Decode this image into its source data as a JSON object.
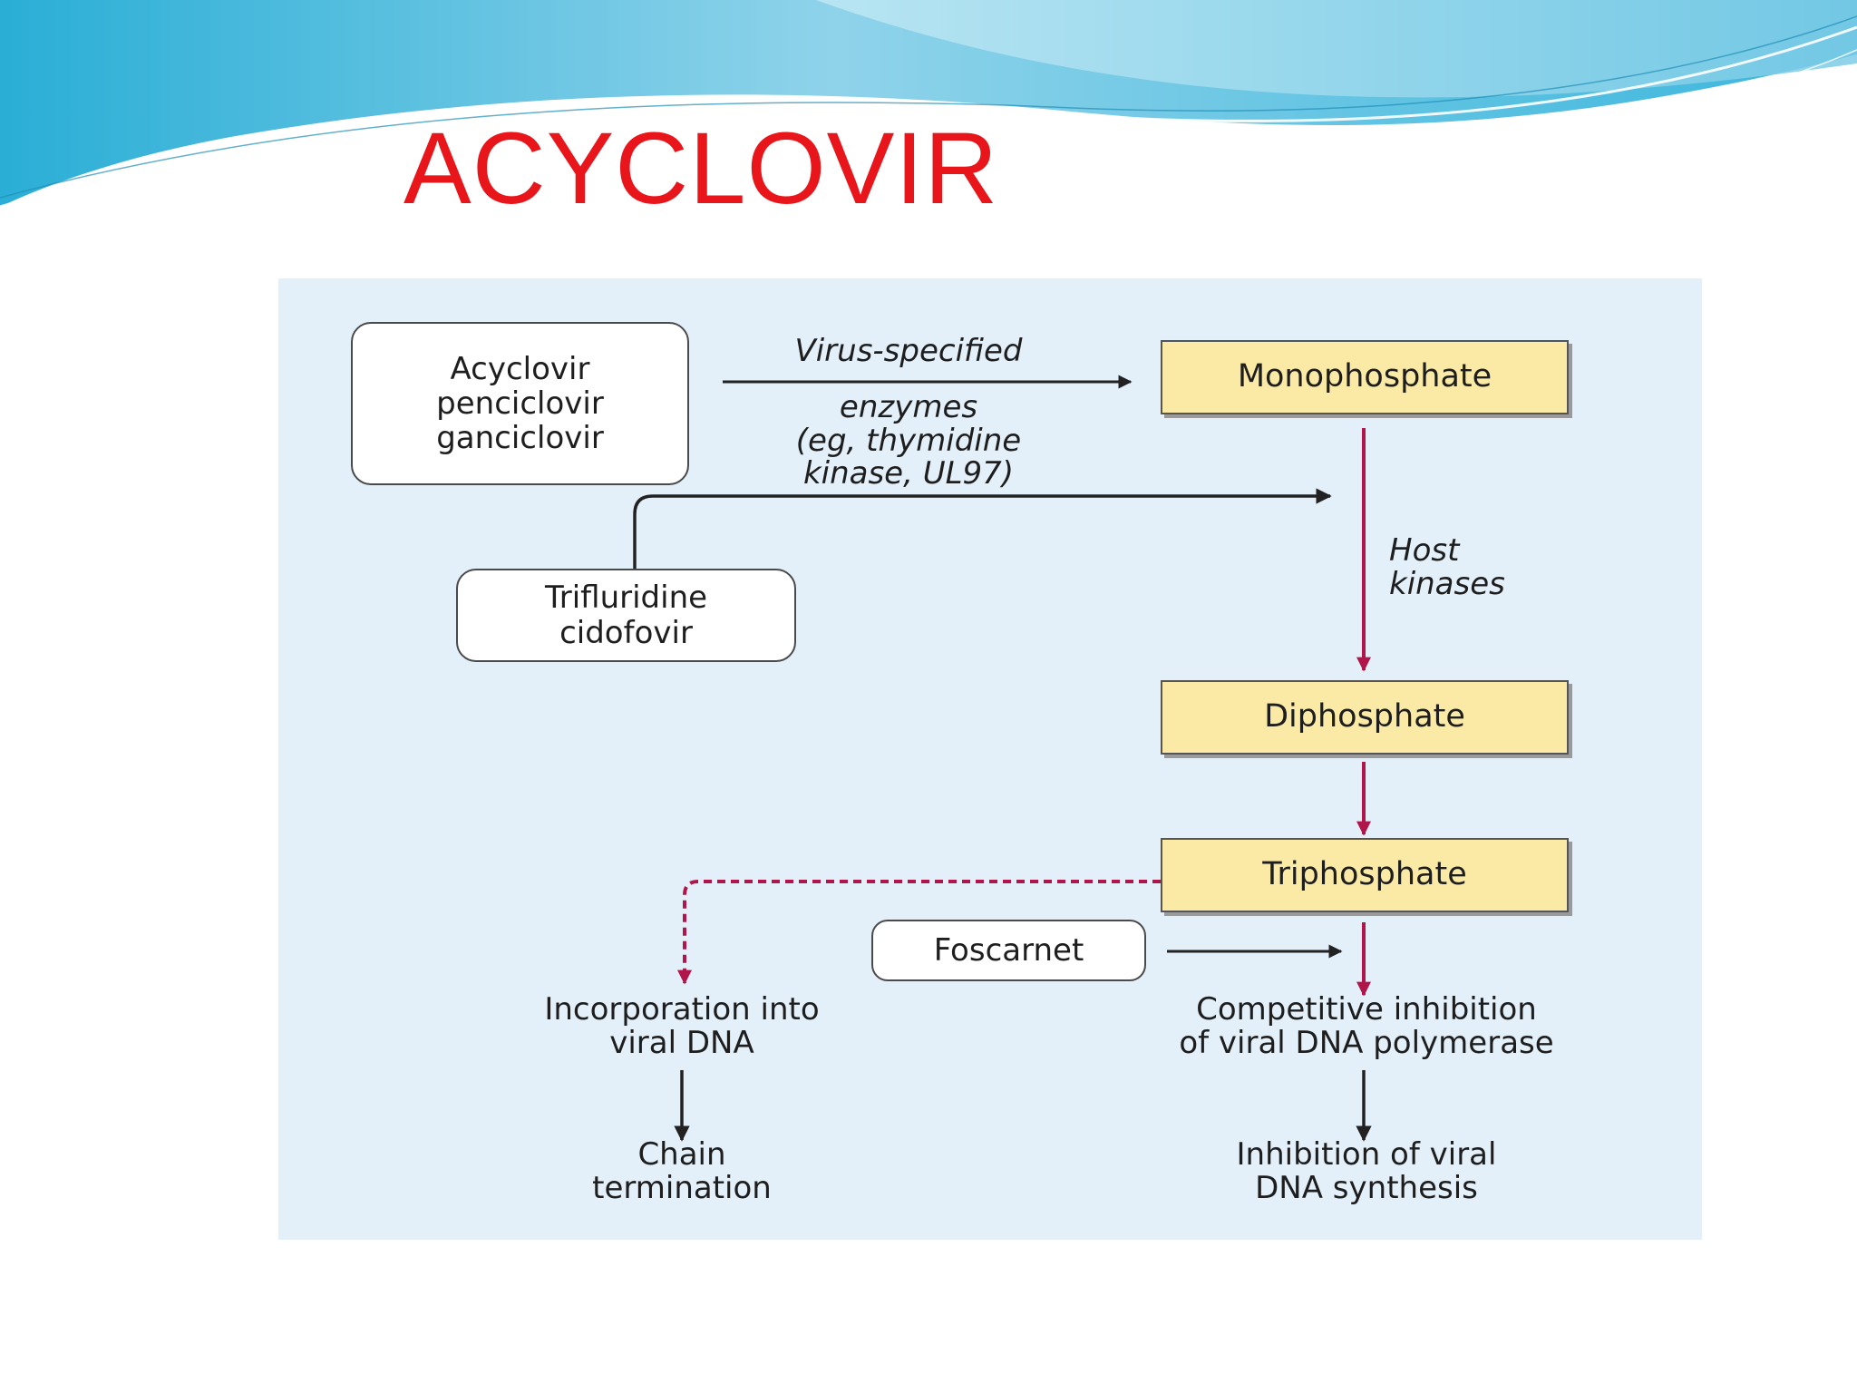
{
  "slide": {
    "title": "ACYCLOVIR"
  },
  "diagram": {
    "drugs_box": {
      "line1": "Acyclovir",
      "line2": "penciclovir",
      "line3": "ganciclovir"
    },
    "enzyme_label": {
      "line1": "Virus-specified",
      "line2": "enzymes",
      "line3": "(eg, thymidine",
      "line4": "kinase, UL97)"
    },
    "monophosphate": "Monophosphate",
    "host_kinases": {
      "line1": "Host",
      "line2": "kinases"
    },
    "trifluridine_box": {
      "line1": "Trifluridine",
      "line2": "cidofovir"
    },
    "diphosphate": "Diphosphate",
    "triphosphate": "Triphosphate",
    "foscarnet": "Foscarnet",
    "incorporation": {
      "line1": "Incorporation into",
      "line2": "viral DNA"
    },
    "competitive": {
      "line1": "Competitive inhibition",
      "line2": "of viral DNA polymerase"
    },
    "chain_termination": {
      "line1": "Chain",
      "line2": "termination"
    },
    "inhibition_synthesis": {
      "line1": "Inhibition of viral",
      "line2": "DNA synthesis"
    }
  },
  "colors": {
    "title": "#e8151b",
    "panel_background": "#e3f0fa",
    "phosphate_box_fill": "#faeaa6",
    "host_pathway_arrow": "#b0164a",
    "other_arrow": "#222222"
  }
}
